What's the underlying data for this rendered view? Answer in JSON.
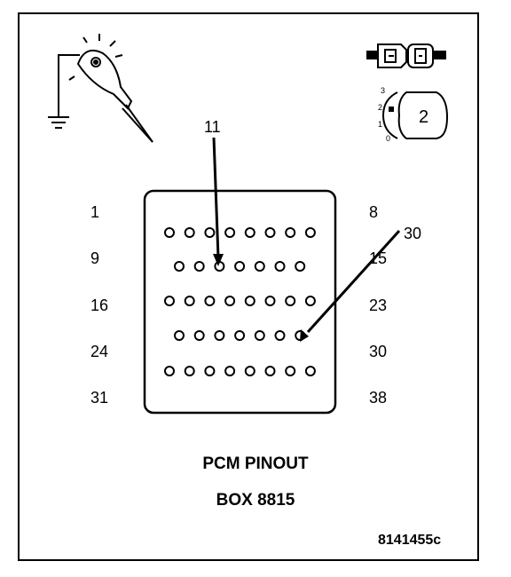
{
  "left_labels": [
    "1",
    "9",
    "16",
    "24",
    "31"
  ],
  "right_labels": [
    "8",
    "15",
    "23",
    "30",
    "38"
  ],
  "callouts": {
    "top": "11",
    "right": "30"
  },
  "title_line1": "PCM PINOUT",
  "title_line2": "BOX 8815",
  "figure_id": "8141455c",
  "dial_scale": [
    "3",
    "2",
    "1",
    "0"
  ],
  "dial_value": "2",
  "icons": [
    "test-probe-icon",
    "connector-icon",
    "selector-dial-icon"
  ],
  "colors": {
    "ink": "#000000",
    "paper": "#ffffff"
  }
}
